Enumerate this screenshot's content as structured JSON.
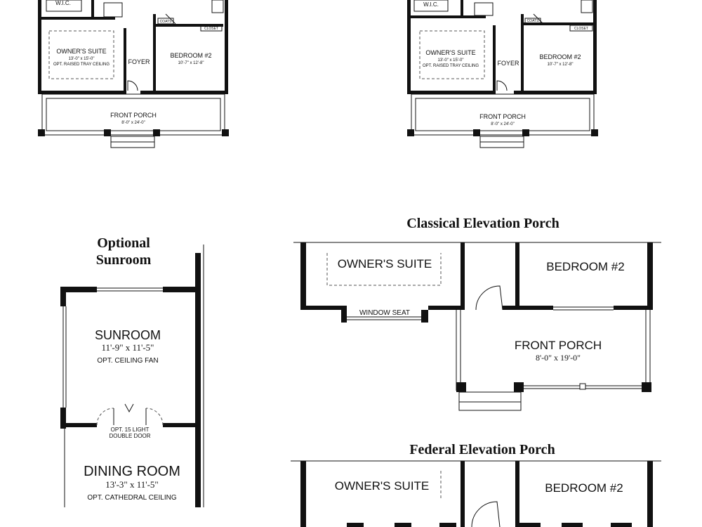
{
  "plan_a": {
    "walk_in_closet": "W.I.C.",
    "owners_suite": "OWNER'S SUITE",
    "owners_suite_dims": "13'-0\" x 15'-0\"",
    "owners_suite_note": "OPT. RAISED TRAY CEILING",
    "foyer": "FOYER",
    "bedroom2": "BEDROOM #2",
    "bedroom2_dims": "10'-7\" x 12'-8\"",
    "coats": "COATS",
    "closet": "CLOSET",
    "front_porch": "FRONT PORCH",
    "front_porch_dims": "8'-0\" x 24'-0\""
  },
  "plan_b": {
    "walk_in_closet": "W.I.C.",
    "owners_suite": "OWNER'S SUITE",
    "owners_suite_dims": "13'-0\" x 15'-0\"",
    "owners_suite_note": "OPT. RAISED TRAY CEILING",
    "foyer": "FOYER",
    "bedroom2": "BEDROOM #2",
    "bedroom2_dims": "10'-7\" x 12'-8\"",
    "coats": "COATS",
    "closet": "CLOSET",
    "front_porch": "FRONT PORCH",
    "front_porch_dims": "8'-0\" x 24'-0\""
  },
  "sunroom_plan": {
    "title_line1": "Optional",
    "title_line2": "Sunroom",
    "sunroom": "SUNROOM",
    "sunroom_dims": "11'-9\" x 11'-5\"",
    "sunroom_note": "OPT. CEILING FAN",
    "door_note_line1": "OPT. 15 LIGHT",
    "door_note_line2": "DOUBLE DOOR",
    "dining_room": "DINING ROOM",
    "dining_room_dims": "13'-3\" x 11'-5\"",
    "dining_room_note": "OPT. CATHEDRAL CEILING"
  },
  "classical_porch": {
    "title": "Classical Elevation Porch",
    "owners_suite": "OWNER'S SUITE",
    "window_seat": "WINDOW SEAT",
    "bedroom2": "BEDROOM #2",
    "front_porch": "FRONT PORCH",
    "front_porch_dims": "8'-0\" x 19'-0\""
  },
  "federal_porch": {
    "title": "Federal Elevation Porch",
    "owners_suite": "OWNER'S SUITE",
    "bedroom2": "BEDROOM #2"
  }
}
